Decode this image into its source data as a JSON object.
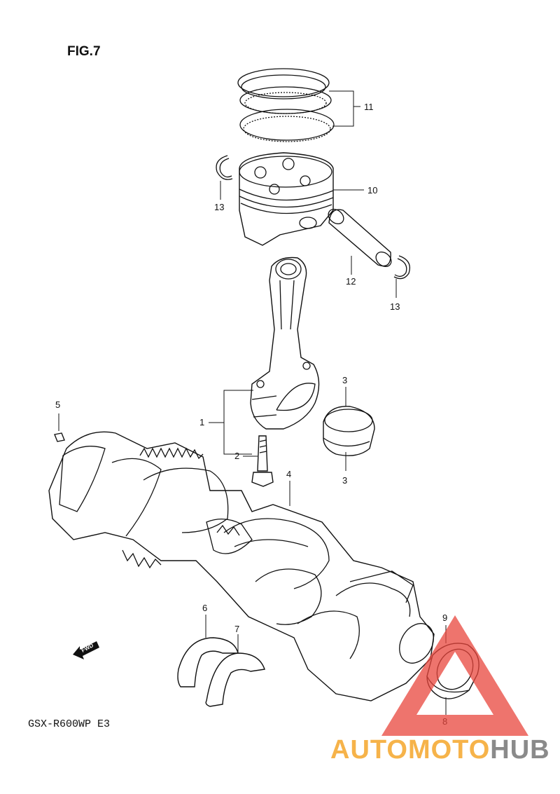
{
  "figure": {
    "title": "FIG.7",
    "model": "GSX-R600WP E3",
    "fwd_label": "FWD"
  },
  "callouts": {
    "c1": "1",
    "c2": "2",
    "c3a": "3",
    "c3b": "3",
    "c4": "4",
    "c5": "5",
    "c6": "6",
    "c7": "7",
    "c8": "8",
    "c9": "9",
    "c10": "10",
    "c11": "11",
    "c12": "12",
    "c13a": "13",
    "c13b": "13"
  },
  "watermark": {
    "part1": "AUTOMOTO",
    "part2": "HUB",
    "color1": "#f6b34a",
    "color2": "#8a8a8a",
    "triangle_color": "#e8463c"
  },
  "icons": [
    "piston-ring-icon",
    "piston-icon",
    "connecting-rod-icon",
    "crankshaft-icon",
    "bearing-icon",
    "arrow-icon"
  ]
}
